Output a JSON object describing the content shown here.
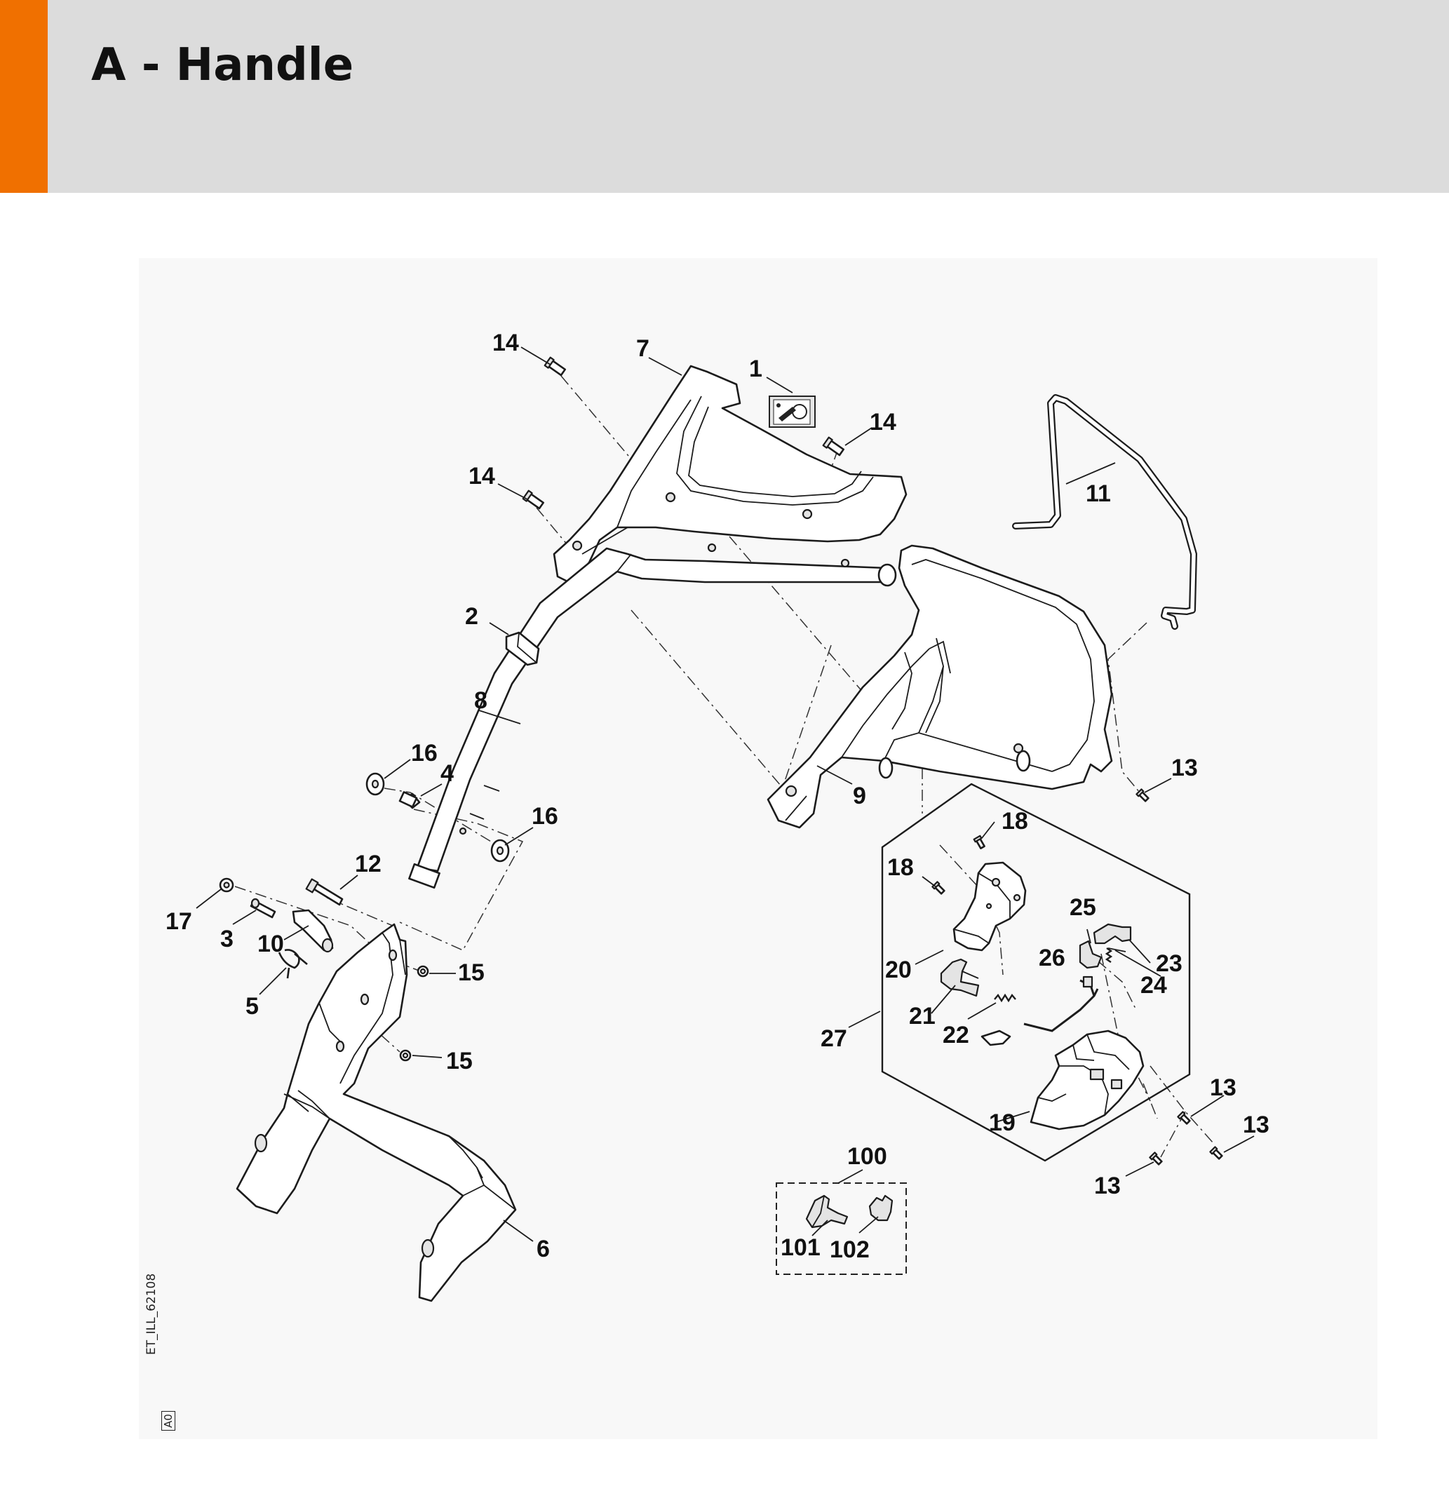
{
  "header": {
    "title": "A - Handle",
    "accent_color": "#f07000",
    "background_color": "#dcdcdc"
  },
  "diagram": {
    "drawing_code": "ET_ILL_62108",
    "revision": "A0",
    "callouts": [
      {
        "id": "c1",
        "text": "1"
      },
      {
        "id": "c2",
        "text": "2"
      },
      {
        "id": "c3",
        "text": "3"
      },
      {
        "id": "c4",
        "text": "4"
      },
      {
        "id": "c5",
        "text": "5"
      },
      {
        "id": "c6",
        "text": "6"
      },
      {
        "id": "c7",
        "text": "7"
      },
      {
        "id": "c8",
        "text": "8"
      },
      {
        "id": "c9",
        "text": "9"
      },
      {
        "id": "c10",
        "text": "10"
      },
      {
        "id": "c11",
        "text": "11"
      },
      {
        "id": "c12",
        "text": "12"
      },
      {
        "id": "c13a",
        "text": "13"
      },
      {
        "id": "c13b",
        "text": "13"
      },
      {
        "id": "c13c",
        "text": "13"
      },
      {
        "id": "c13d",
        "text": "13"
      },
      {
        "id": "c14a",
        "text": "14"
      },
      {
        "id": "c14b",
        "text": "14"
      },
      {
        "id": "c14c",
        "text": "14"
      },
      {
        "id": "c15a",
        "text": "15"
      },
      {
        "id": "c15b",
        "text": "15"
      },
      {
        "id": "c16a",
        "text": "16"
      },
      {
        "id": "c16b",
        "text": "16"
      },
      {
        "id": "c17",
        "text": "17"
      },
      {
        "id": "c18a",
        "text": "18"
      },
      {
        "id": "c18b",
        "text": "18"
      },
      {
        "id": "c19",
        "text": "19"
      },
      {
        "id": "c20",
        "text": "20"
      },
      {
        "id": "c21",
        "text": "21"
      },
      {
        "id": "c22",
        "text": "22"
      },
      {
        "id": "c23",
        "text": "23"
      },
      {
        "id": "c24",
        "text": "24"
      },
      {
        "id": "c25",
        "text": "25"
      },
      {
        "id": "c26",
        "text": "26"
      },
      {
        "id": "c27",
        "text": "27"
      },
      {
        "id": "c100",
        "text": "100"
      },
      {
        "id": "c101",
        "text": "101"
      },
      {
        "id": "c102",
        "text": "102"
      }
    ]
  }
}
